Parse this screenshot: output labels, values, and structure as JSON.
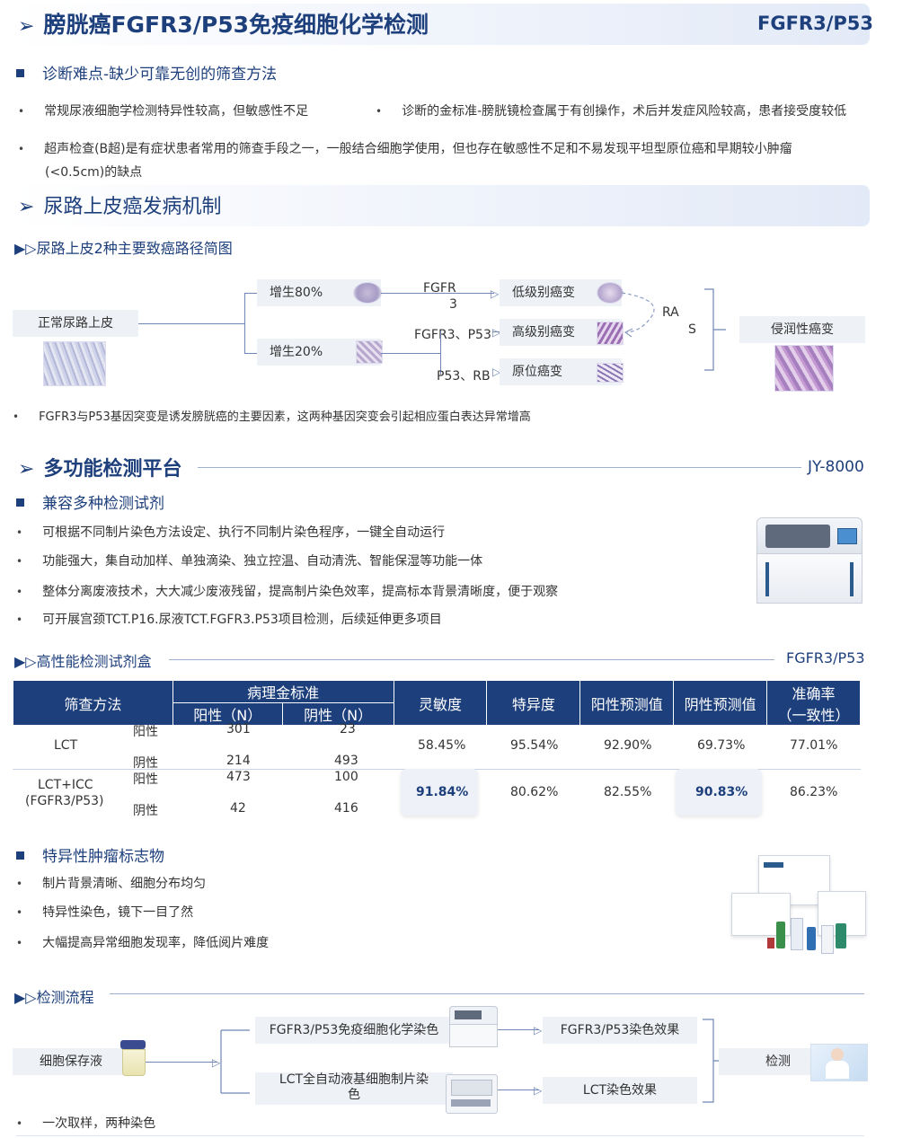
{
  "section1": {
    "title": "膀胱癌FGFR3/P53免疫细胞化学检测",
    "tag": "FGFR3/P53",
    "sub": "诊断难点-缺少可靠无创的筛查方法",
    "bullets": [
      "常规尿液细胞学检测特异性较高，但敏感性不足",
      "诊断的金标准-膀胱镜检查属于有创操作，术后并发症风险较高，患者接受度较低",
      "超声检查(B超)是有症状患者常用的筛查手段之一，一般结合细胞学使用，但也存在敏感性不足和不易发现平坦型原位癌和早期较小肿瘤",
      "(<0.5cm)的缺点"
    ]
  },
  "section2": {
    "title": "尿路上皮癌发病机制",
    "sub": "▶▷尿路上皮2种主要致癌路径简图",
    "diagram": {
      "start": "正常尿路上皮",
      "branch_a": "增生80%",
      "branch_b": "增生20%",
      "fgfr_a": "FGFR",
      "fgfr_b": "3",
      "fgfr_p53": "FGFR3、P53",
      "p53_rb": "P53、RB",
      "low": "低级别癌变",
      "high": "高级别癌变",
      "insitu": "原位癌变",
      "ras_a": "RA",
      "ras_b": "S",
      "invasive": "侵润性癌变"
    },
    "note": "FGFR3与P53基因突变是诱发膀胱癌的主要因素，这两种基因突变会引起相应蛋白表达异常增高"
  },
  "section3": {
    "title": "多功能检测平台",
    "tag": "JY-8000",
    "sub": "兼容多种检测试剂",
    "bullets": [
      "可根据不同制片染色方法设定、执行不同制片染色程序，一键全自动运行",
      "功能强大，集自动加样、单独滴染、独立控温、自动清洗、智能保湿等功能一体",
      "整体分离废液技术，大大减少废液残留，提高制片染色效率，提高标本背景清晰度，便于观察",
      "可开展宫颈TCT.P16.尿液TCT.FGFR3.P53项目检测，后续延伸更多项目"
    ]
  },
  "kit": {
    "sub": "▶▷高性能检测试剂盒",
    "tag": "FGFR3/P53",
    "headers": {
      "method": "筛查方法",
      "gold": "病理金标准",
      "pos_n": "阳性（N）",
      "neg_n": "阴性（N）",
      "sens": "灵敏度",
      "spec": "特异度",
      "ppv": "阳性预测值",
      "npv": "阴性预测值",
      "acc1": "准确率",
      "acc2": "（一致性）"
    },
    "rows": [
      {
        "method": "LCT",
        "method2": "",
        "r1": "阳性",
        "r2": "阴性",
        "p1": "301",
        "p2": "214",
        "n1": "23",
        "n2": "493",
        "sens": "58.45%",
        "spec": "95.54%",
        "ppv": "92.90%",
        "npv": "69.73%",
        "acc": "77.01%"
      },
      {
        "method": "LCT+ICC",
        "method2": "(FGFR3/P53)",
        "r1": "阳性",
        "r2": "阴性",
        "p1": "473",
        "p2": "42",
        "n1": "100",
        "n2": "416",
        "sens": "91.84%",
        "spec": "80.62%",
        "ppv": "82.55%",
        "npv": "90.83%",
        "acc": "86.23%"
      }
    ]
  },
  "marker": {
    "sub": "特异性肿瘤标志物",
    "bullets": [
      "制片背景清晰、细胞分布均匀",
      "特异性染色，镜下一目了然",
      "大幅提高异常细胞发现率，降低阅片难度"
    ]
  },
  "flow": {
    "sub": "▶▷检测流程",
    "start": "细胞保存液",
    "top": "FGFR3/P53免疫细胞化学染色",
    "bottom_a": "LCT全自动液基细胞制片染",
    "bottom_b": "色",
    "top_result": "FGFR3/P53染色效果",
    "bottom_result": "LCT染色效果",
    "end": "检测",
    "note": "一次取样，两种染色"
  },
  "colors": {
    "brand": "#1d3f7c",
    "accent": "#6f87b4"
  }
}
